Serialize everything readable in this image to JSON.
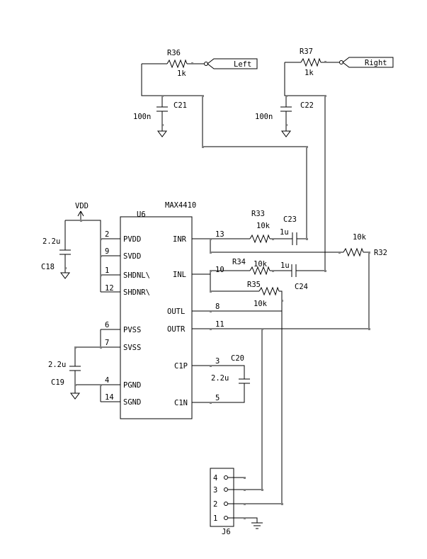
{
  "ic": {
    "ref": "U6",
    "part": "MAX4410",
    "left_pins": [
      {
        "num": "2",
        "name": "PVDD"
      },
      {
        "num": "9",
        "name": "SVDD"
      },
      {
        "num": "1",
        "name": "SHDNL\\"
      },
      {
        "num": "12",
        "name": "SHDNR\\"
      },
      {
        "num": "6",
        "name": "PVSS"
      },
      {
        "num": "7",
        "name": "SVSS"
      },
      {
        "num": "4",
        "name": "PGND"
      },
      {
        "num": "14",
        "name": "SGND"
      }
    ],
    "right_pins": [
      {
        "num": "13",
        "name": "INR"
      },
      {
        "num": "10",
        "name": "INL"
      },
      {
        "num": "8",
        "name": "OUTL"
      },
      {
        "num": "11",
        "name": "OUTR"
      },
      {
        "num": "3",
        "name": "C1P"
      },
      {
        "num": "5",
        "name": "C1N"
      }
    ]
  },
  "power": {
    "vdd": "VDD"
  },
  "resistors": [
    {
      "ref": "R36",
      "value": "1k"
    },
    {
      "ref": "R37",
      "value": "1k"
    },
    {
      "ref": "R33",
      "value": "10k"
    },
    {
      "ref": "R34",
      "value": "10k"
    },
    {
      "ref": "R35",
      "value": "10k"
    },
    {
      "ref": "R32",
      "value": "10k"
    }
  ],
  "capacitors": [
    {
      "ref": "C21",
      "value": "100n"
    },
    {
      "ref": "C22",
      "value": "100n"
    },
    {
      "ref": "C23",
      "value": "1u"
    },
    {
      "ref": "C24",
      "value": "1u"
    },
    {
      "ref": "C18",
      "value": "2.2u"
    },
    {
      "ref": "C19",
      "value": "2.2u"
    },
    {
      "ref": "C20",
      "value": "2.2u"
    }
  ],
  "ports": {
    "left": "Left",
    "right": "Right"
  },
  "connector": {
    "ref": "J6",
    "pins": [
      "4",
      "3",
      "2",
      "1"
    ]
  }
}
